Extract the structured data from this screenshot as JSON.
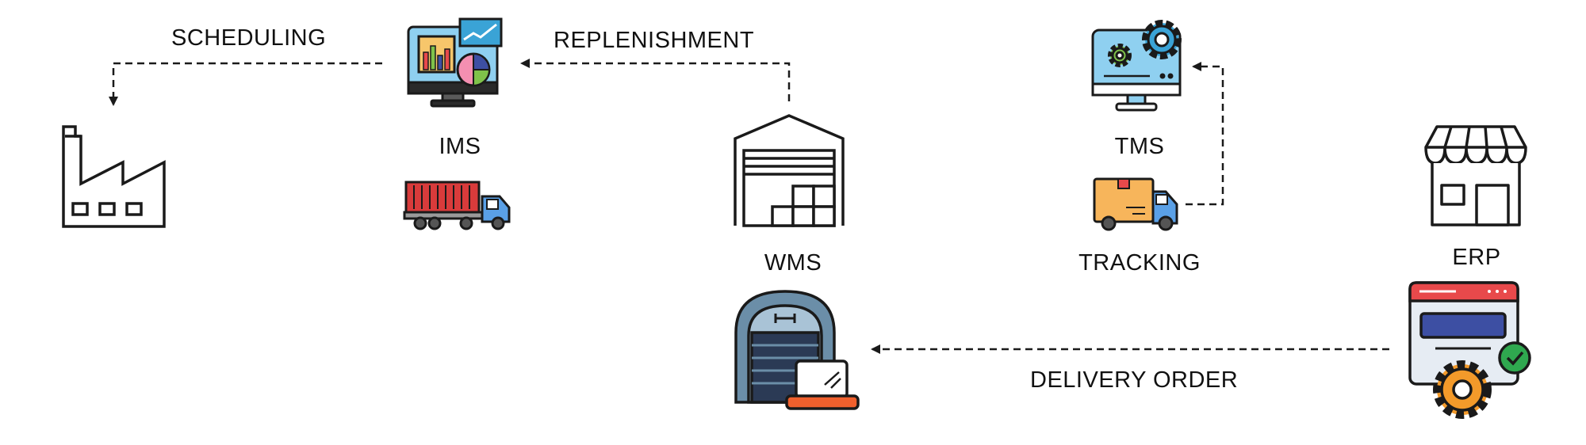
{
  "diagram": {
    "nodes": {
      "ims": {
        "label": "IMS",
        "icon": "analytics-monitor-icon"
      },
      "tms": {
        "label": "TMS",
        "icon": "gear-monitor-icon"
      },
      "wms": {
        "label": "WMS",
        "icon": "warehouse-icon"
      },
      "tracking": {
        "label": "TRACKING",
        "icon": "delivery-truck-icon"
      },
      "erp": {
        "label": "ERP",
        "icon": "erp-window-gear-icon"
      },
      "factory": {
        "label": "",
        "icon": "factory-icon"
      },
      "store": {
        "label": "",
        "icon": "store-icon"
      }
    },
    "edges": {
      "scheduling": {
        "label": "SCHEDULING",
        "from": "IMS",
        "to": "factory"
      },
      "replenishment": {
        "label": "REPLENISHMENT",
        "from": "WMS",
        "to": "IMS"
      },
      "delivery_order": {
        "label": "DELIVERY ORDER",
        "from": "ERP",
        "to": "WMS"
      },
      "tracking_link": {
        "label": "",
        "from": "TRACKING",
        "to": "TMS"
      }
    },
    "colors": {
      "stroke": "#1a1a1a",
      "container_red": "#d93b3b",
      "truck_blue": "#5aa0e6",
      "box_orange": "#f7b55b",
      "monitor_blue": "#8fd0f0",
      "gear_blue": "#3aa3d6",
      "gear_green": "#7fc24a",
      "erp_red": "#e8494b",
      "erp_navy": "#3d4fa3",
      "gear_orange": "#f39a2a",
      "check_green": "#2fa84f",
      "warehouse_slate": "#6b8ea8",
      "laptop_orange": "#f0602d"
    }
  }
}
